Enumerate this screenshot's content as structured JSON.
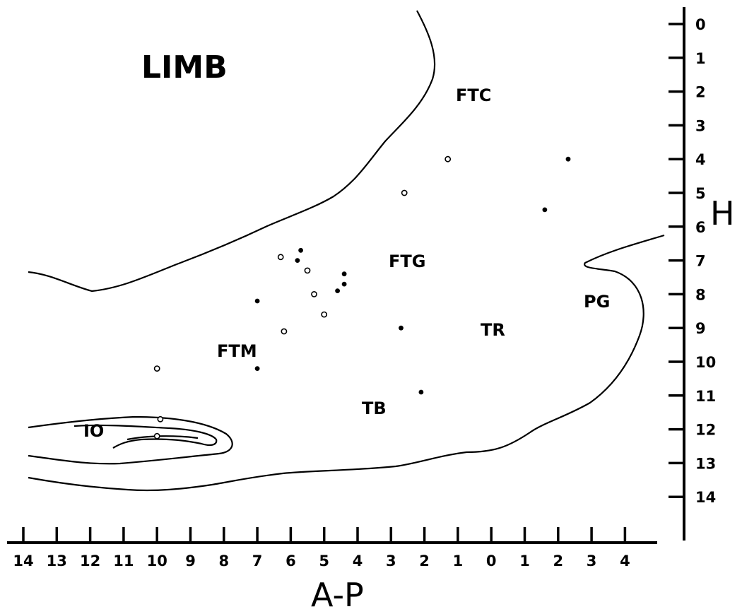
{
  "title": "LIMB",
  "axes": {
    "x_title": "A-P",
    "y_title": "H",
    "x_ticks": [
      "14",
      "13",
      "12",
      "11",
      "10",
      "9",
      "8",
      "7",
      "6",
      "5",
      "4",
      "3",
      "2",
      "1",
      "0",
      "1",
      "2",
      "3",
      "4"
    ],
    "y_ticks": [
      "0",
      "1",
      "2",
      "3",
      "4",
      "5",
      "6",
      "7",
      "8",
      "9",
      "10",
      "11",
      "12",
      "13",
      "14"
    ]
  },
  "regions": {
    "ftc": "FTC",
    "ftg": "FTG",
    "ftm": "FTM",
    "tr": "TR",
    "pg": "PG",
    "tb": "TB",
    "io": "IO"
  },
  "colors": {
    "ink": "#000000",
    "paper": "#ffffff"
  },
  "chart_data": {
    "type": "scatter",
    "series": [
      {
        "marker": "open-circle",
        "points": [
          {
            "ap": 1.3,
            "h": 4.0
          },
          {
            "ap": 2.6,
            "h": 5.0
          },
          {
            "ap": 6.3,
            "h": 6.9
          },
          {
            "ap": 5.5,
            "h": 7.3
          },
          {
            "ap": 5.3,
            "h": 8.0
          },
          {
            "ap": 5.0,
            "h": 8.6
          },
          {
            "ap": 6.2,
            "h": 9.1
          },
          {
            "ap": 10.0,
            "h": 10.2
          },
          {
            "ap": 9.9,
            "h": 11.7
          },
          {
            "ap": 10.0,
            "h": 12.2
          }
        ]
      },
      {
        "marker": "filled-dot",
        "points": [
          {
            "ap": 5.7,
            "h": 6.7
          },
          {
            "ap": 5.8,
            "h": 7.0
          },
          {
            "ap": 4.4,
            "h": 7.4
          },
          {
            "ap": 4.4,
            "h": 7.7
          },
          {
            "ap": 4.6,
            "h": 7.9
          },
          {
            "ap": 7.0,
            "h": 8.2
          },
          {
            "ap": 2.7,
            "h": 9.0
          },
          {
            "ap": 7.0,
            "h": 10.2
          },
          {
            "ap": 2.1,
            "h": 10.9
          },
          {
            "ap": -1.6,
            "h": 5.5
          },
          {
            "ap": -2.3,
            "h": 4.0
          }
        ]
      }
    ],
    "x_range_labels": [
      "14",
      "4"
    ],
    "y_range_labels": [
      "0",
      "14"
    ]
  }
}
